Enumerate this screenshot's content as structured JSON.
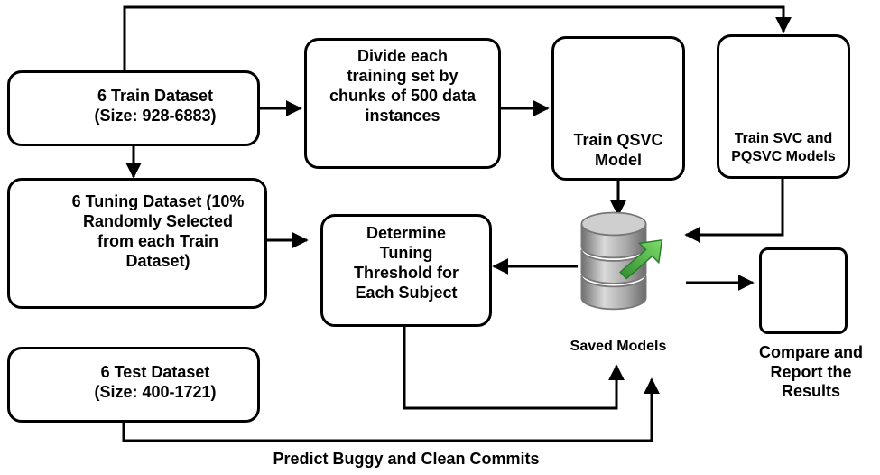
{
  "nodes": {
    "train": "6 Train Dataset\n(Size: 928-6883)",
    "tuning": "6 Tuning Dataset (10%\nRandomly Selected\nfrom each Train\nDataset)",
    "test": "6 Test Dataset\n(Size: 400-1721)",
    "chunk": "Divide each\ntraining set by\nchunks of 500 data\ninstances",
    "qsvc": "Train QSVC\nModel",
    "svc": "Train SVC and\nPQSVC Models",
    "threshold": "Determine\nTuning\nThreshold for\nEach Subject",
    "saved": "Saved Models",
    "compare": "Compare and\nReport the\nResults"
  },
  "edge_labels": {
    "predict": "Predict Buggy and Clean Commits"
  },
  "icons": {
    "database": "database-icon",
    "neural": "neural-network-gear-icon",
    "report": "pie-chart-report-icon"
  },
  "colors": {
    "icon_bg": "#232f3e",
    "arrow_green": "#3aa53a",
    "db_gray": "#9a9a9a"
  }
}
